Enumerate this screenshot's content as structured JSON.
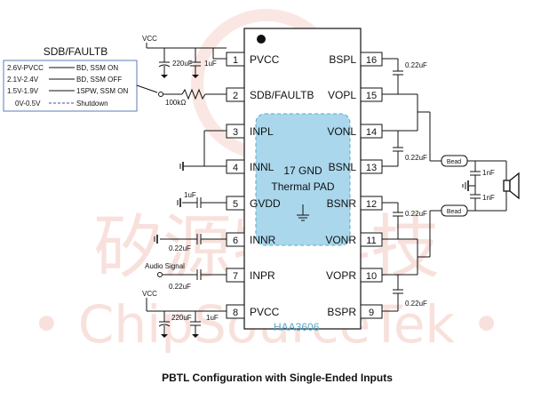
{
  "chip": {
    "left_pins": [
      {
        "num": "1",
        "name": "PVCC"
      },
      {
        "num": "2",
        "name": "SDB/FAULTB"
      },
      {
        "num": "3",
        "name": "INPL"
      },
      {
        "num": "4",
        "name": "INNL"
      },
      {
        "num": "5",
        "name": "GVDD"
      },
      {
        "num": "6",
        "name": "INNR"
      },
      {
        "num": "7",
        "name": "INPR"
      },
      {
        "num": "8",
        "name": "PVCC"
      }
    ],
    "right_pins": [
      {
        "num": "16",
        "name": "BSPL"
      },
      {
        "num": "15",
        "name": "VOPL"
      },
      {
        "num": "14",
        "name": "VONL"
      },
      {
        "num": "13",
        "name": "BSNL"
      },
      {
        "num": "12",
        "name": "BSNR"
      },
      {
        "num": "11",
        "name": "VONR"
      },
      {
        "num": "10",
        "name": "VOPR"
      },
      {
        "num": "9",
        "name": "BSPR"
      }
    ],
    "pad_line1": "17 GND",
    "pad_line2": "Thermal PAD",
    "part_label": "HAA3606"
  },
  "sdb_table": {
    "title": "SDB/FAULTB",
    "rows": [
      {
        "voltage": "2.6V-PVCC",
        "mode": "BD, SSM ON"
      },
      {
        "voltage": "2.1V-2.4V",
        "mode": "BD, SSM OFF"
      },
      {
        "voltage": "1.5V-1.9V",
        "mode": "1SPW, SSM ON"
      },
      {
        "voltage": "0V-0.5V",
        "mode": "Shutdown"
      }
    ]
  },
  "labels": {
    "vcc_top": "VCC",
    "vcc_bottom": "VCC",
    "cap_220uf_top": "220uF",
    "cap_1uf_top": "1uF",
    "resistor": "100kΩ",
    "gvdd_cap": "1uF",
    "innr_cap": "0.22uF",
    "inpr_cap": "0.22uF",
    "audio_signal": "Audio Signal",
    "cap_220uf_bottom": "220uF",
    "cap_1uf_bottom": "1uF",
    "bs_cap_16": "0.22uF",
    "bs_cap_13": "0.22uF",
    "bs_cap_12": "0.22uF",
    "bs_cap_9": "0.22uF",
    "bead_top": "Bead",
    "bead_bottom": "Bead",
    "out_cap_top": "1nF",
    "out_cap_bottom": "1nF"
  },
  "caption": "PBTL Configuration with Single-Ended Inputs",
  "watermark": {
    "chinese": "矽源特科技",
    "latin": "• ChipSourceTek •"
  },
  "colors": {
    "thermal_pad": "#8ecae6",
    "thermal_pad_border": "#5aa9c9",
    "watermark": "#f3c9c0",
    "part_label": "#5aa9c9"
  }
}
